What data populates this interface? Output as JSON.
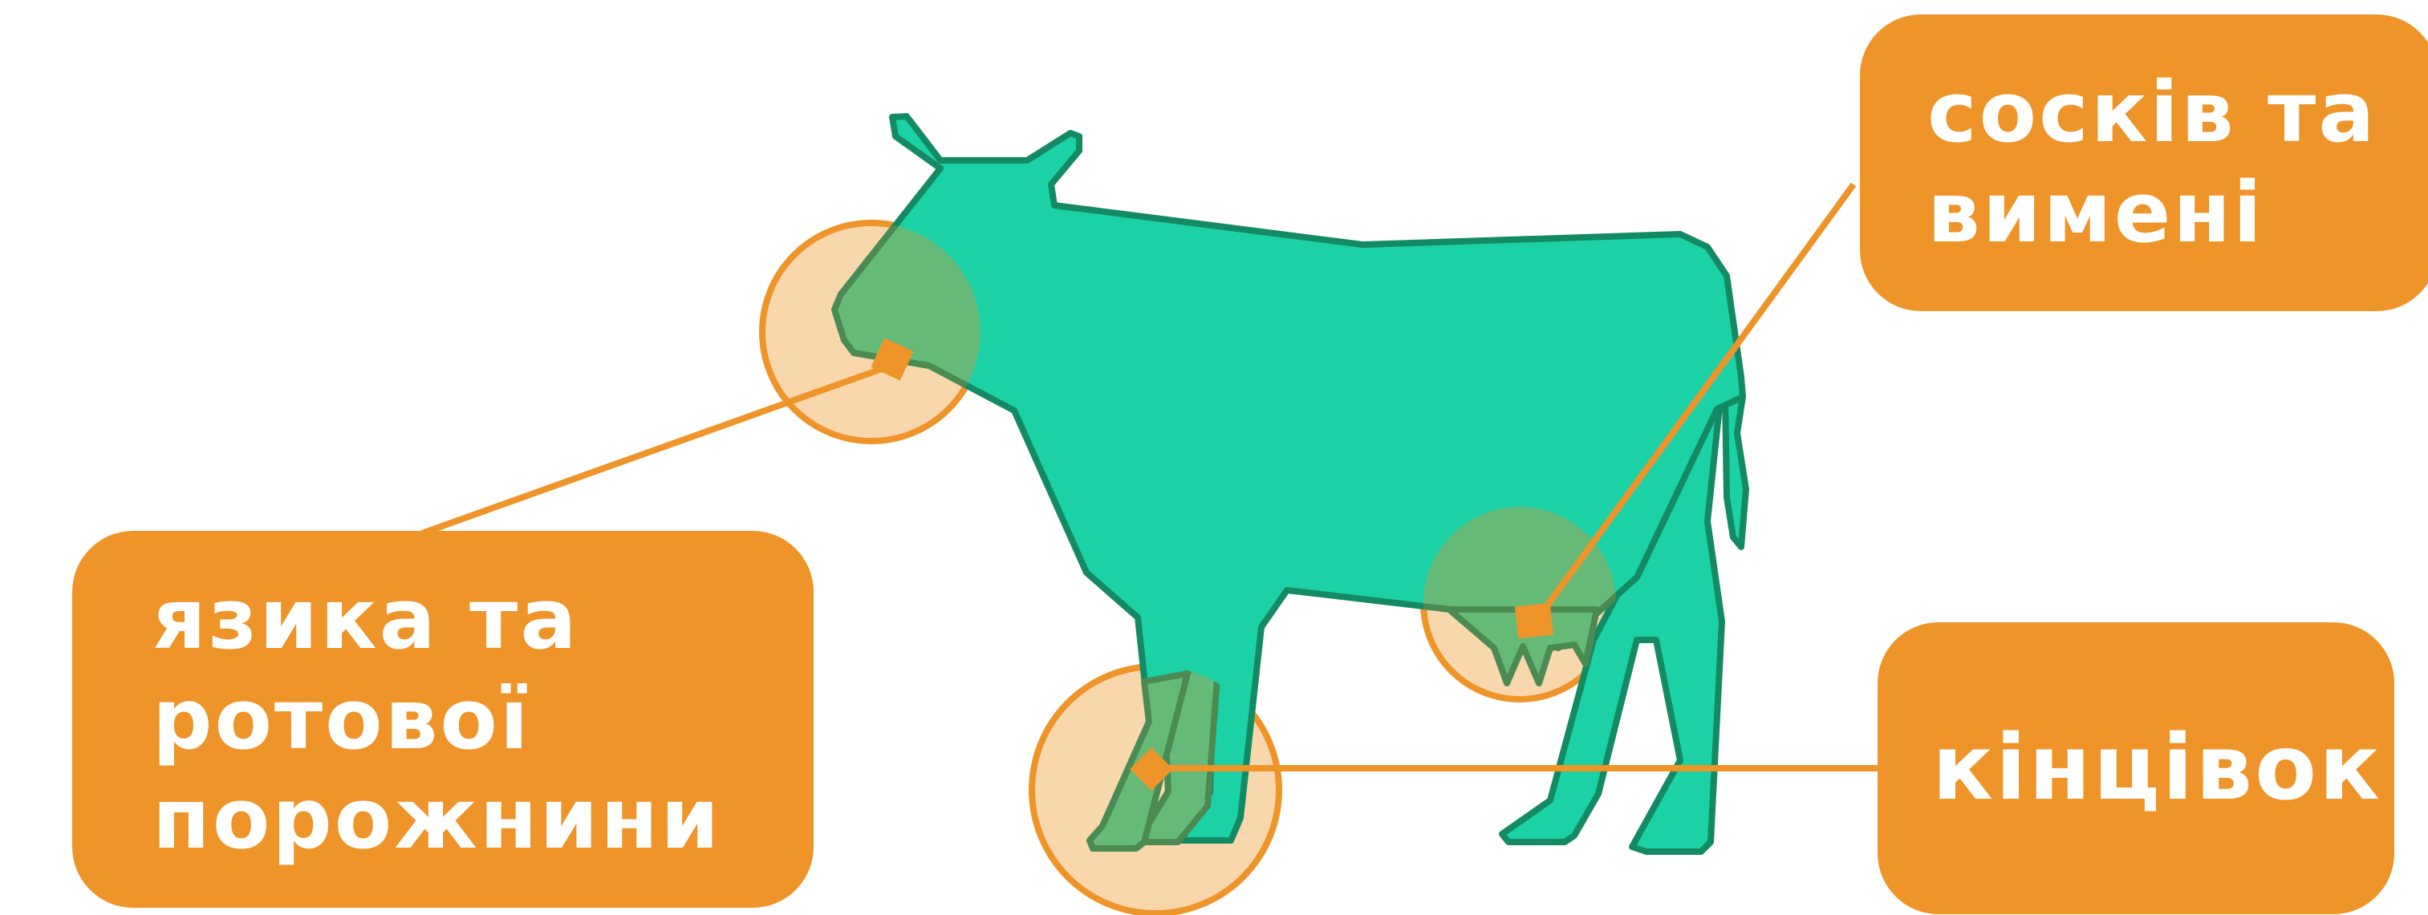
{
  "labels": {
    "udder": {
      "line1": "сосків та",
      "line2": "вимені"
    },
    "mouth": {
      "line1": "язика та",
      "line2": "ротової",
      "line3": "порожнини"
    },
    "limbs": {
      "line1": "кінцівок"
    }
  },
  "colors": {
    "cow_fill": "#1bd1a6",
    "cow_stroke": "#138a63",
    "accent": "#ef9429",
    "highlight_fill": "#f8d7ac",
    "overlap_fill": "#66ba78",
    "overlap_stroke": "#4b8b53",
    "label_text": "#ffffff"
  }
}
